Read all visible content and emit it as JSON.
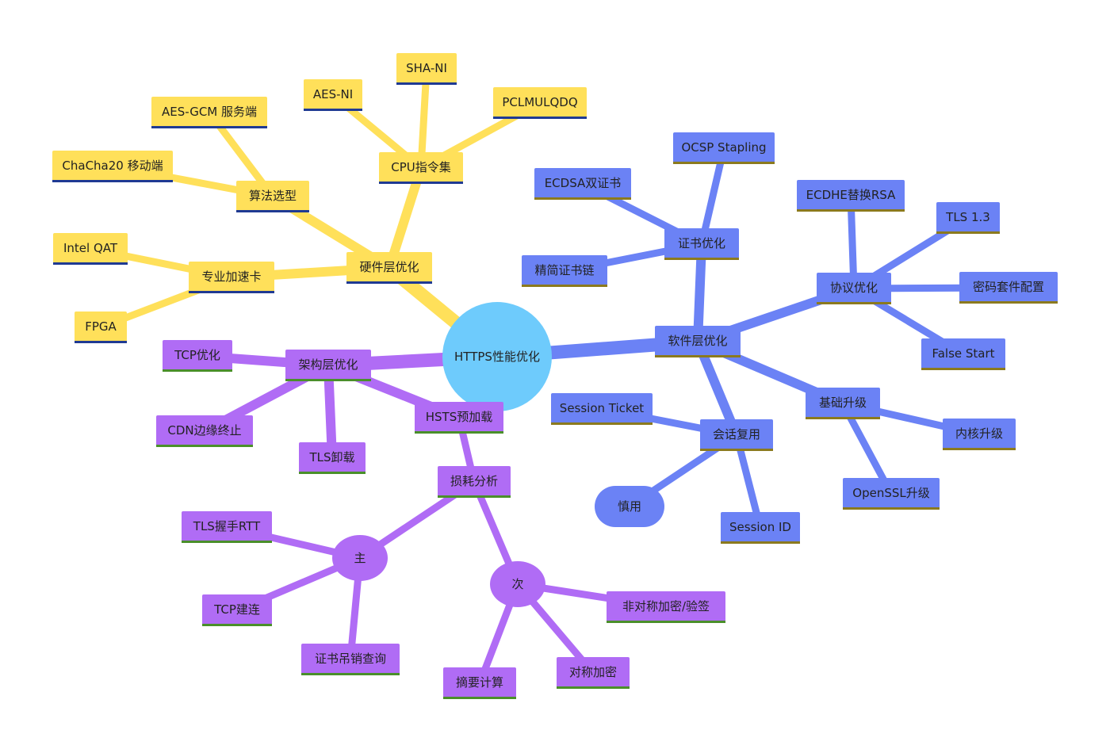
{
  "diagram": {
    "type": "mindmap",
    "colors": {
      "root": "#6ecbfc",
      "hardware": "#ffe05a",
      "hardware_border": "#1f3a93",
      "software": "#6b82f5",
      "software_border": "#8b7a1e",
      "architecture": "#b06cf5",
      "architecture_border": "#4a8f2a",
      "text": "#222222"
    },
    "root": {
      "id": "root",
      "label": "HTTPS性能优化"
    },
    "nodes": [
      {
        "id": "hw",
        "label": "硬件层优化",
        "parent": "root",
        "branch": "hardware"
      },
      {
        "id": "cpu",
        "label": "CPU指令集",
        "parent": "hw",
        "branch": "hardware"
      },
      {
        "id": "aesni",
        "label": "AES-NI",
        "parent": "cpu",
        "branch": "hardware"
      },
      {
        "id": "shani",
        "label": "SHA-NI",
        "parent": "cpu",
        "branch": "hardware"
      },
      {
        "id": "pclmul",
        "label": "PCLMULQDQ",
        "parent": "cpu",
        "branch": "hardware"
      },
      {
        "id": "algo",
        "label": "算法选型",
        "parent": "hw",
        "branch": "hardware"
      },
      {
        "id": "aesgcm",
        "label": "AES-GCM 服务端",
        "parent": "algo",
        "branch": "hardware"
      },
      {
        "id": "chacha",
        "label": "ChaCha20 移动端",
        "parent": "algo",
        "branch": "hardware"
      },
      {
        "id": "card",
        "label": "专业加速卡",
        "parent": "hw",
        "branch": "hardware"
      },
      {
        "id": "qat",
        "label": "Intel QAT",
        "parent": "card",
        "branch": "hardware"
      },
      {
        "id": "fpga",
        "label": "FPGA",
        "parent": "card",
        "branch": "hardware"
      },
      {
        "id": "sw",
        "label": "软件层优化",
        "parent": "root",
        "branch": "software"
      },
      {
        "id": "cert",
        "label": "证书优化",
        "parent": "sw",
        "branch": "software"
      },
      {
        "id": "ocsp",
        "label": "OCSP Stapling",
        "parent": "cert",
        "branch": "software"
      },
      {
        "id": "ecdsa",
        "label": "ECDSA双证书",
        "parent": "cert",
        "branch": "software"
      },
      {
        "id": "chain",
        "label": "精简证书链",
        "parent": "cert",
        "branch": "software"
      },
      {
        "id": "proto",
        "label": "协议优化",
        "parent": "sw",
        "branch": "software"
      },
      {
        "id": "ecdhe",
        "label": "ECDHE替换RSA",
        "parent": "proto",
        "branch": "software"
      },
      {
        "id": "tls13",
        "label": "TLS 1.3",
        "parent": "proto",
        "branch": "software"
      },
      {
        "id": "suite",
        "label": "密码套件配置",
        "parent": "proto",
        "branch": "software"
      },
      {
        "id": "falsestart",
        "label": "False Start",
        "parent": "proto",
        "branch": "software"
      },
      {
        "id": "base",
        "label": "基础升级",
        "parent": "sw",
        "branch": "software"
      },
      {
        "id": "kernel",
        "label": "内核升级",
        "parent": "base",
        "branch": "software"
      },
      {
        "id": "openssl",
        "label": "OpenSSL升级",
        "parent": "base",
        "branch": "software"
      },
      {
        "id": "session",
        "label": "会话复用",
        "parent": "sw",
        "branch": "software"
      },
      {
        "id": "ticket",
        "label": "Session Ticket",
        "parent": "session",
        "branch": "software"
      },
      {
        "id": "careful",
        "label": "慎用",
        "parent": "session",
        "branch": "software"
      },
      {
        "id": "sessid",
        "label": "Session ID",
        "parent": "session",
        "branch": "software"
      },
      {
        "id": "arch",
        "label": "架构层优化",
        "parent": "root",
        "branch": "architecture"
      },
      {
        "id": "tcp",
        "label": "TCP优化",
        "parent": "arch",
        "branch": "architecture"
      },
      {
        "id": "cdn",
        "label": "CDN边缘终止",
        "parent": "arch",
        "branch": "architecture"
      },
      {
        "id": "tlsoff",
        "label": "TLS卸载",
        "parent": "arch",
        "branch": "architecture"
      },
      {
        "id": "hsts",
        "label": "HSTS预加载",
        "parent": "arch",
        "branch": "architecture"
      },
      {
        "id": "loss",
        "label": "损耗分析",
        "parent": "hsts",
        "branch": "architecture"
      },
      {
        "id": "main",
        "label": "主",
        "parent": "loss",
        "branch": "architecture"
      },
      {
        "id": "rtt",
        "label": "TLS握手RTT",
        "parent": "main",
        "branch": "architecture"
      },
      {
        "id": "tcpconn",
        "label": "TCP建连",
        "parent": "main",
        "branch": "architecture"
      },
      {
        "id": "revoke",
        "label": "证书吊销查询",
        "parent": "main",
        "branch": "architecture"
      },
      {
        "id": "minor",
        "label": "次",
        "parent": "loss",
        "branch": "architecture"
      },
      {
        "id": "asym",
        "label": "非对称加密/验签",
        "parent": "minor",
        "branch": "architecture"
      },
      {
        "id": "digest",
        "label": "摘要计算",
        "parent": "minor",
        "branch": "architecture"
      },
      {
        "id": "sym",
        "label": "对称加密",
        "parent": "minor",
        "branch": "architecture"
      }
    ]
  }
}
